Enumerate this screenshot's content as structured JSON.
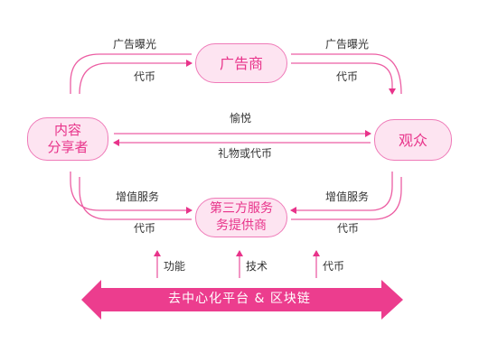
{
  "nodes": {
    "advertiser": "广告商",
    "content_creator": [
      "内容",
      "分享者"
    ],
    "viewer": "观众",
    "service_provider": [
      "第三方服务",
      "务提供商"
    ]
  },
  "edges": {
    "advertiser_creator_top": "广告曝光",
    "advertiser_creator_bottom": "代币",
    "advertiser_viewer_top": "广告曝光",
    "advertiser_viewer_bottom": "代币",
    "creator_to_viewer": "愉悦",
    "viewer_to_creator": "礼物或代币",
    "provider_creator_top": "增值服务",
    "provider_creator_bottom": "代币",
    "provider_viewer_top": "增值服务",
    "provider_viewer_bottom": "代币",
    "platform_function": "功能",
    "platform_technology": "技术",
    "platform_token": "代币"
  },
  "platform": {
    "label": "去中心化平台  &  区块链"
  },
  "colors": {
    "accent": "#e8338a",
    "node_fill": "#fde4f1",
    "node_border": "#ef7ab8",
    "platform_fill": "#ec3d8e"
  }
}
